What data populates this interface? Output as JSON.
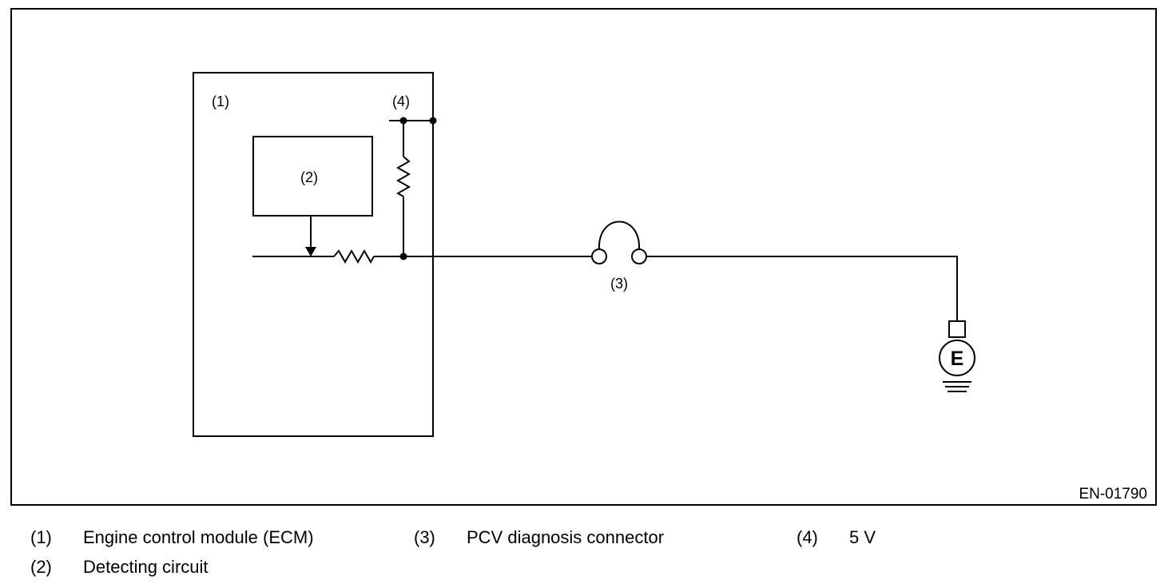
{
  "diagram": {
    "figure_code": "EN-01790",
    "callouts": {
      "ecm": "(1)",
      "detecting_circuit": "(2)",
      "connector": "(3)",
      "five_volt": "(4)"
    },
    "ground_symbol_letter": "E"
  },
  "legend": {
    "items": [
      {
        "number": "(1)",
        "label": "Engine control module (ECM)"
      },
      {
        "number": "(2)",
        "label": "Detecting circuit"
      },
      {
        "number": "(3)",
        "label": "PCV diagnosis connector"
      },
      {
        "number": "(4)",
        "label": "5 V"
      }
    ]
  },
  "colors": {
    "line": "#000000",
    "background": "#ffffff"
  }
}
